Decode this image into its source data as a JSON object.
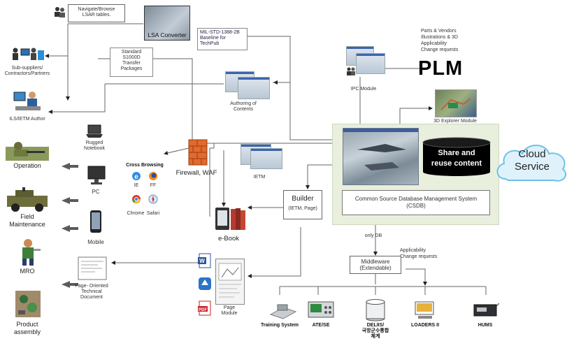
{
  "lsa": {
    "navigate": "Navigate/Browse\nLSAR tables.",
    "converter": "LSA Converter",
    "milstd": "MIL-STD-1388-2B\nBaseline for\nTechPub"
  },
  "left": {
    "suppliers": "Sub-suppliers/\nContractors/Partners",
    "author": "ILS/IETM Author",
    "operation": "Operation",
    "field": "Field\nMaintenance",
    "mro": "MRO",
    "assembly": "Product\nassembly"
  },
  "s1000d": "Standard\nS1000D\nTransfer\nPackages",
  "authoring": "Authoring of\nContents",
  "plm": {
    "title": "PLM",
    "notes": "Parts & Vendors\nIllustrations & 3D\nApplicability\nChange requests"
  },
  "ipc": "IPC Module",
  "explorer": "3D Explorer Module",
  "csdb": {
    "share": "Share and\nreuse content",
    "label": "Common Source Database Management System\n(CSDB)"
  },
  "cloud": "Cloud\nService",
  "devices": {
    "notebook": "Rugged\nNotebook",
    "pc": "PC",
    "mobile": "Mobile",
    "browsing": "Cross Browsing",
    "ie": "IE",
    "ff": "FF",
    "chrome": "Chrome",
    "safari": "Safari"
  },
  "firewall": "Firewall, WAF",
  "ietm": "IETM",
  "ebook": "e-Book",
  "builder": {
    "title": "Builder",
    "sub": "(IETM, Page)"
  },
  "only_db": "only DB",
  "middleware": {
    "title": "Middleware\n(Extendable)",
    "notes": "Applicability\nChange requests"
  },
  "page_doc": "Page- Oriented\nTechnical\nDocument",
  "page_module": "Page\nModule",
  "bottom": {
    "training": "Training System",
    "ate": "ATE/SE",
    "delis": "DELIIS/\n국방군수통합\n체계",
    "loaders": "LOADERS II",
    "hums": "HUMS"
  }
}
